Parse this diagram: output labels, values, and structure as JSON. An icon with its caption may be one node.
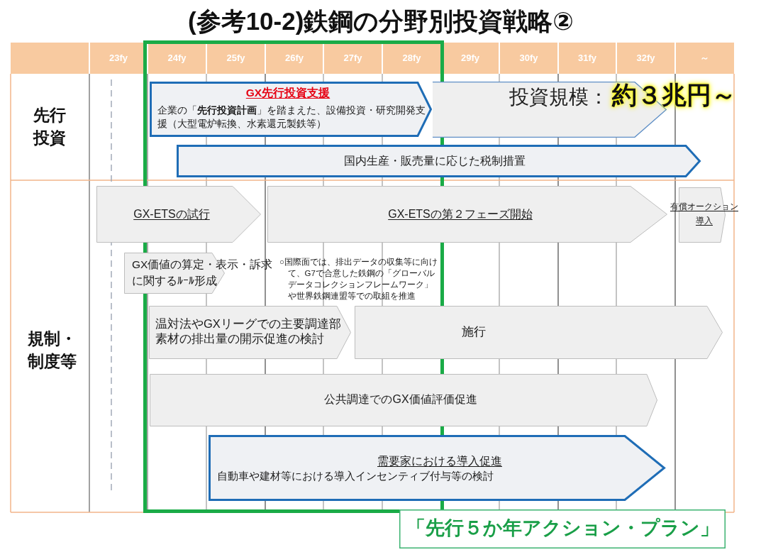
{
  "diagram": {
    "title": "(参考10-2)鉄鋼の分野別投資戦略②",
    "nodes": [
      {
        "text": [
          "GX先行投資支援",
          "企業の「**先行投資計画**」を踏まえた、設備投資・研究開発支援（大型電炉転換、水素還元製鉄等）"
        ]
      },
      {
        "text": [
          "投資規模：",
          "約３兆円～"
        ]
      },
      {
        "text": [
          "国内生産・販売量に応じた税制措置"
        ]
      },
      {
        "text": [
          "GX-ETSの試行"
        ]
      },
      {
        "text": [
          "GX-ETSの第２フェーズ開始"
        ]
      },
      {
        "text": [
          "有償オークション導入"
        ]
      },
      {
        "text": [
          "GX価値の算定・表示・訴求に関するﾙｰﾙ形成"
        ]
      },
      {
        "text": [
          "温対法やGXリーグでの主要調達部素材の排出量の開示促進の検討"
        ]
      },
      {
        "text": [
          "施行"
        ]
      },
      {
        "text": [
          "公共調達でのGX価値評価促進"
        ]
      },
      {
        "text": [
          "需要家における導入促進",
          "自動車や建材等における導入インセンティブ付与等の検討"
        ]
      },
      {
        "text": [
          "「先行５か年アクション・プラン」"
        ]
      }
    ],
    "labels": [
      "23fy",
      "24fy",
      "25fy",
      "26fy",
      "27fy",
      "28fy",
      "29fy",
      "30fy",
      "31fy",
      "32fy",
      "～",
      "先行投資",
      "規制・制度等",
      "○国際面では、排出データの収集等に向けて、G7で合意した鉄鋼の「グローバルデータコレクションフレームワーク」や世界鉄鋼連盟等での取組を推進"
    ]
  }
}
